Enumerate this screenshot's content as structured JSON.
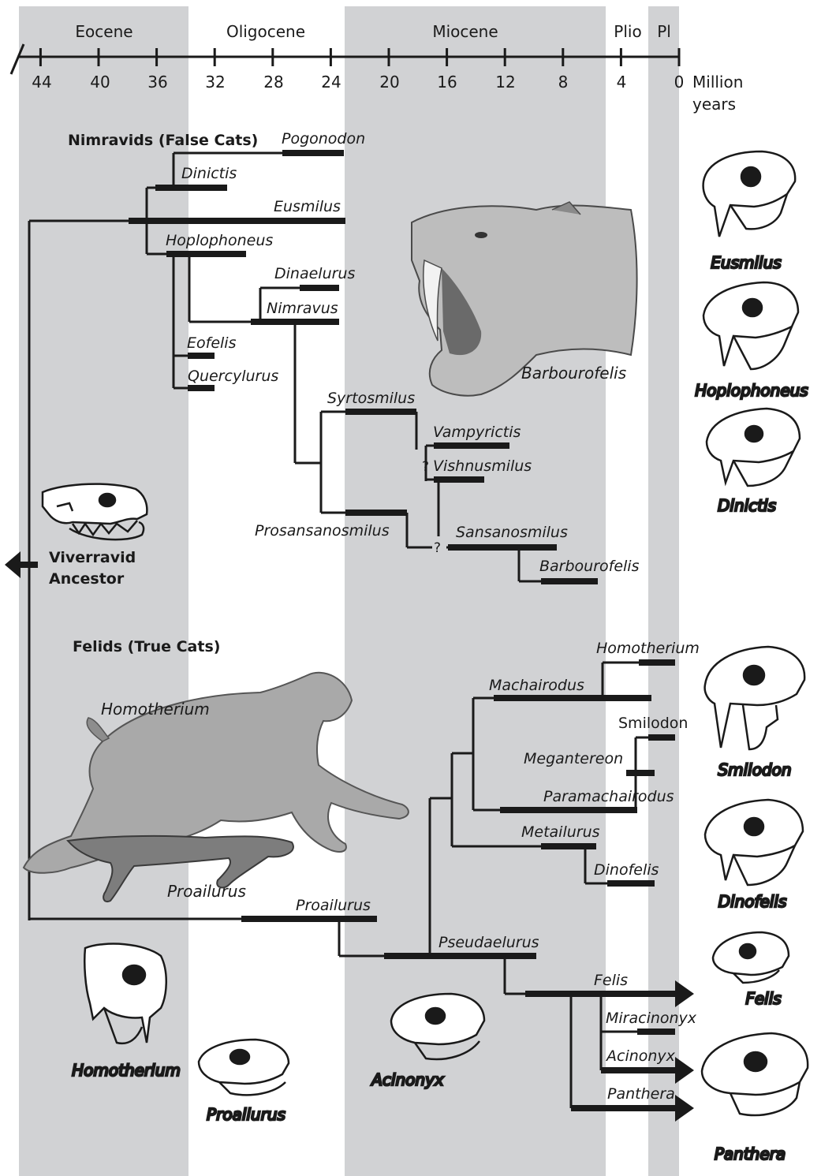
{
  "timeline": {
    "epochs": [
      "Eocene",
      "Oligocene",
      "Miocene",
      "Plio",
      "Pl"
    ],
    "ticks": [
      "44",
      "40",
      "36",
      "32",
      "28",
      "24",
      "20",
      "16",
      "12",
      "8",
      "4",
      "0"
    ],
    "unit_line1": "Million",
    "unit_line2": "years"
  },
  "groups": {
    "nimravids": "Nimravids (False Cats)",
    "felids": "Felids (True Cats)",
    "ancestor_line1": "Viverravid",
    "ancestor_line2": "Ancestor"
  },
  "nimravid_taxa": {
    "pogonodon": "Pogonodon",
    "dinictis": "Dinictis",
    "eusmilus": "Eusmilus",
    "hoplophoneus": "Hoplophoneus",
    "dinaelurus": "Dinaelurus",
    "nimravus": "Nimravus",
    "eofelis": "Eofelis",
    "quercylurus": "Quercylurus",
    "syrtosmilus": "Syrtosmilus",
    "vampyrictis": "Vampyrictis",
    "vishnusmilus": "Vishnusmilus",
    "prosansanosmilus": "Prosansanosmilus",
    "sansanosmilus": "Sansanosmilus",
    "barbourofelis": "Barbourofelis"
  },
  "felid_taxa": {
    "homotherium": "Homotherium",
    "machairodus": "Machairodus",
    "smilodon": "Smilodon",
    "megantereon": "Megantereon",
    "paramachairodus": "Paramachairodus",
    "metailurus": "Metailurus",
    "dinofelis": "Dinofelis",
    "proailurus": "Proailurus",
    "pseudaelurus": "Pseudaelurus",
    "felis": "Felis",
    "miracinonyx": "Miracinonyx",
    "acinonyx": "Acinonyx",
    "panthera": "Panthera"
  },
  "uncertain_mark": "?",
  "illustration_captions": {
    "barbourofelis": "Barbourofelis",
    "homotherium": "Homotherium",
    "proailurus": "Proailurus",
    "skull_eusmilus": "Eusmilus",
    "skull_hoplophoneus": "Hoplophoneus",
    "skull_dinictis": "Dinictis",
    "skull_smilodon": "Smilodon",
    "skull_dinofelis": "Dinofelis",
    "skull_felis": "Felis",
    "skull_panthera": "Panthera",
    "skull_homotherium": "Homotherium",
    "skull_proailurus": "Proailurus",
    "skull_acinonyx": "Acinonyx"
  },
  "colors": {
    "band": "#d1d2d4",
    "ink": "#1a1a1a",
    "fur": "#a9a9a9"
  }
}
